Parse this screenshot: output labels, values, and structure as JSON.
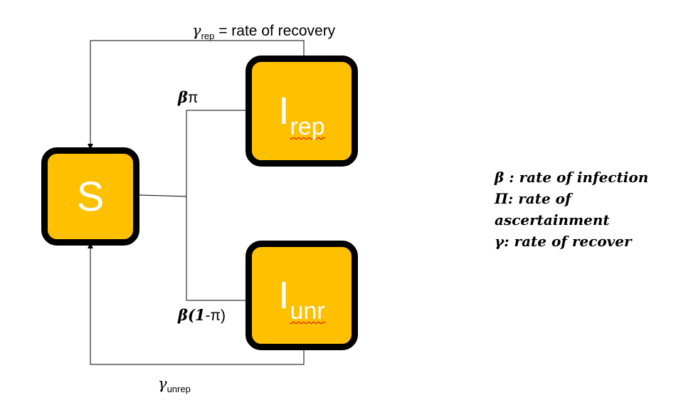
{
  "diagram": {
    "nodes": {
      "s": {
        "label": "S"
      },
      "rep": {
        "label_main": "I",
        "label_sub": "rep"
      },
      "unr": {
        "label_main": "I",
        "label_sub": "unr"
      }
    },
    "edges": {
      "recovery_rep": {
        "symbol": "γ",
        "subscript": "rep",
        "text": " = rate of recovery"
      },
      "infect_rep": {
        "symbol": "β",
        "text": "π"
      },
      "infect_unr": {
        "symbol": "β",
        "text_open": "(",
        "text_one": "1",
        "text_rest": "-π)"
      },
      "recovery_unrep": {
        "symbol": "γ",
        "subscript": "unrep"
      }
    },
    "legend": [
      "β : rate of infection",
      "Π: rate of",
      "ascertainment",
      "γ: rate of recover"
    ],
    "colors": {
      "node_fill": "#FFC000",
      "node_border": "#000000",
      "node_text": "#ffffff"
    }
  }
}
